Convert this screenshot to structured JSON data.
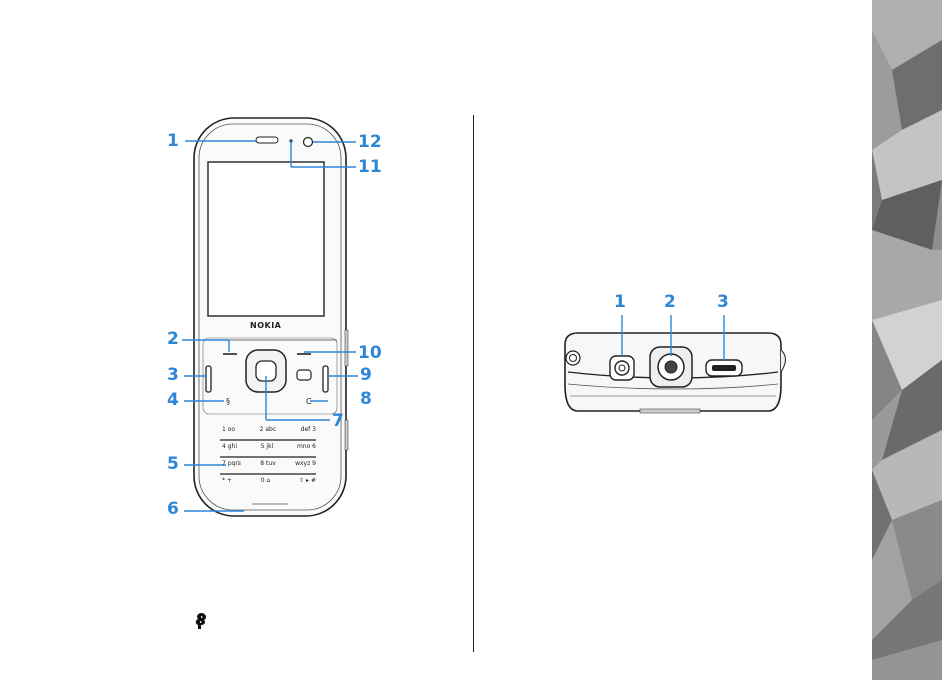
{
  "front_view": {
    "brand": "NOKIA",
    "keypad": [
      [
        "1 oo",
        "2 abc",
        "def 3"
      ],
      [
        "4 ghi",
        "5 jkl",
        "mno 6"
      ],
      [
        "7 pqrs",
        "8 tuv",
        "wxyz 9"
      ],
      [
        "*  +",
        "0 ⌂",
        "⇧ ▸ #"
      ]
    ],
    "callouts": [
      "1",
      "2",
      "3",
      "4",
      "5",
      "6",
      "7",
      "8",
      "9",
      "10",
      "11",
      "12"
    ]
  },
  "bottom_view": {
    "callouts": [
      "1",
      "2",
      "3"
    ]
  },
  "colors": {
    "callout": "#2e86d6",
    "outline": "#222222",
    "panel_base": "#8f8f8f"
  },
  "icons": {
    "menu_key": "nokia-menu-key-icon"
  }
}
